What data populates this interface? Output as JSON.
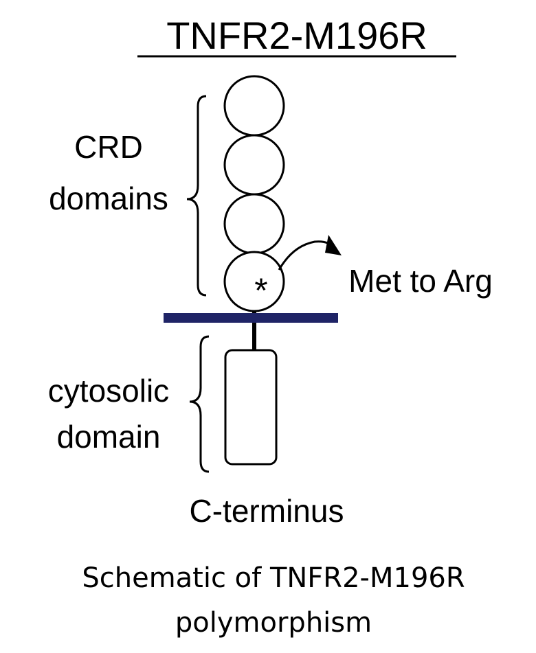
{
  "title": "TNFR2-M196R",
  "labels": {
    "crd_line1": "CRD",
    "crd_line2": "domains",
    "mutation_star": "*",
    "mutation": "Met to Arg",
    "cyto_line1": "cytosolic",
    "cyto_line2": "domain",
    "c_terminus": "C-terminus"
  },
  "caption": {
    "line1": "Schematic of TNFR2-M196R",
    "line2": "polymorphism"
  },
  "colors": {
    "membrane": "#1f2466",
    "stroke": "#000000"
  }
}
